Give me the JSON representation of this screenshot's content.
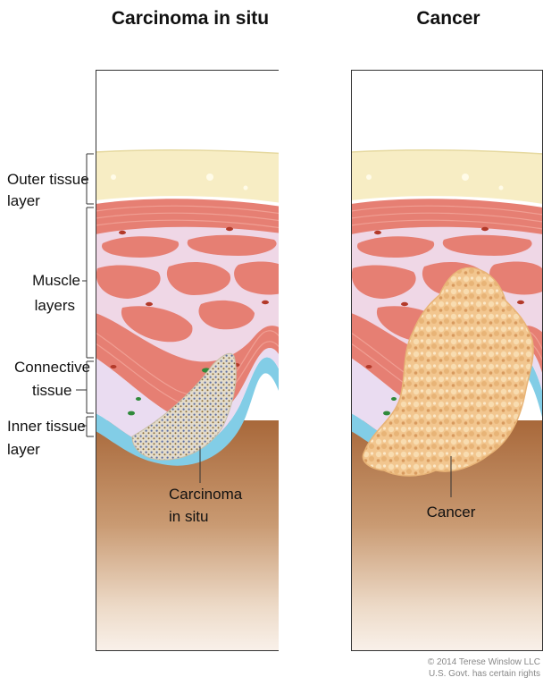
{
  "titles": {
    "left": "Carcinoma in situ",
    "right": "Cancer"
  },
  "side_labels": {
    "outer_tissue": [
      "Outer tissue",
      "layer"
    ],
    "muscle": [
      "Muscle",
      "layers"
    ],
    "connective": [
      "Connective",
      "tissue"
    ],
    "inner_tissue": [
      "Inner tissue",
      "layer"
    ]
  },
  "callouts": {
    "carcinoma": [
      "Carcinoma",
      "in situ"
    ],
    "cancer": "Cancer"
  },
  "credit": [
    "© 2014 Terese Winslow LLC",
    "U.S. Govt. has certain rights"
  ],
  "colors": {
    "outer_layer": "#f7edc4",
    "muscle": "#e67f73",
    "connective": "#eadcf1",
    "inner_layer": "#82cde6",
    "deep_tissue": "#b7794a",
    "tumor": "#f2c68f"
  }
}
